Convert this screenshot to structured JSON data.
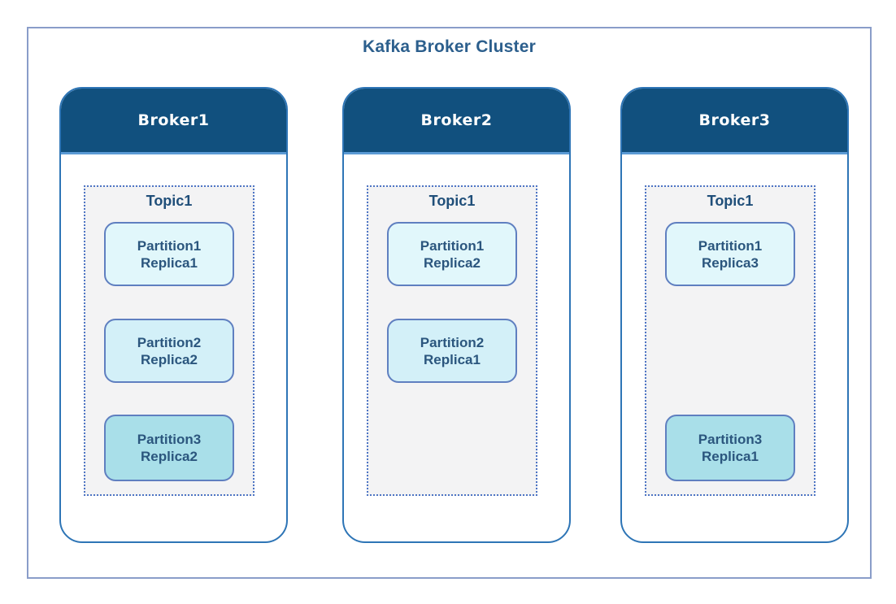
{
  "diagram": {
    "title": "Kafka Broker Cluster",
    "brokers": [
      {
        "name": "Broker1",
        "topic": {
          "name": "Topic1",
          "partitions": [
            {
              "line1": "Partition1",
              "line2": "Replica1",
              "row": 0,
              "shade": "light"
            },
            {
              "line1": "Partition2",
              "line2": "Replica2",
              "row": 1,
              "shade": "medium"
            },
            {
              "line1": "Partition3",
              "line2": "Replica2",
              "row": 2,
              "shade": "dark"
            }
          ]
        }
      },
      {
        "name": "Broker2",
        "topic": {
          "name": "Topic1",
          "partitions": [
            {
              "line1": "Partition1",
              "line2": "Replica2",
              "row": 0,
              "shade": "light"
            },
            {
              "line1": "Partition2",
              "line2": "Replica1",
              "row": 1,
              "shade": "medium"
            }
          ]
        }
      },
      {
        "name": "Broker3",
        "topic": {
          "name": "Topic1",
          "partitions": [
            {
              "line1": "Partition1",
              "line2": "Replica3",
              "row": 0,
              "shade": "light"
            },
            {
              "line1": "Partition3",
              "line2": "Replica1",
              "row": 2,
              "shade": "dark"
            }
          ]
        }
      }
    ],
    "colors": {
      "outer_border": "#8a9dc9",
      "title_text": "#2c5f8d",
      "card_border": "#2e75b6",
      "header_fill": "#11507e",
      "header_accent": "#5b9bd5",
      "header_text": "#ffffff",
      "topic_fill": "#f3f3f4",
      "topic_dotted_border": "#4d74c4",
      "topic_text": "#1f4e79",
      "partition_border": "#5f7fc0",
      "partition_text": "#2b567e",
      "partition_fill_light": "#e1f7fb",
      "partition_fill_medium": "#d3f0f8",
      "partition_fill_dark": "#a9dfe9"
    }
  }
}
